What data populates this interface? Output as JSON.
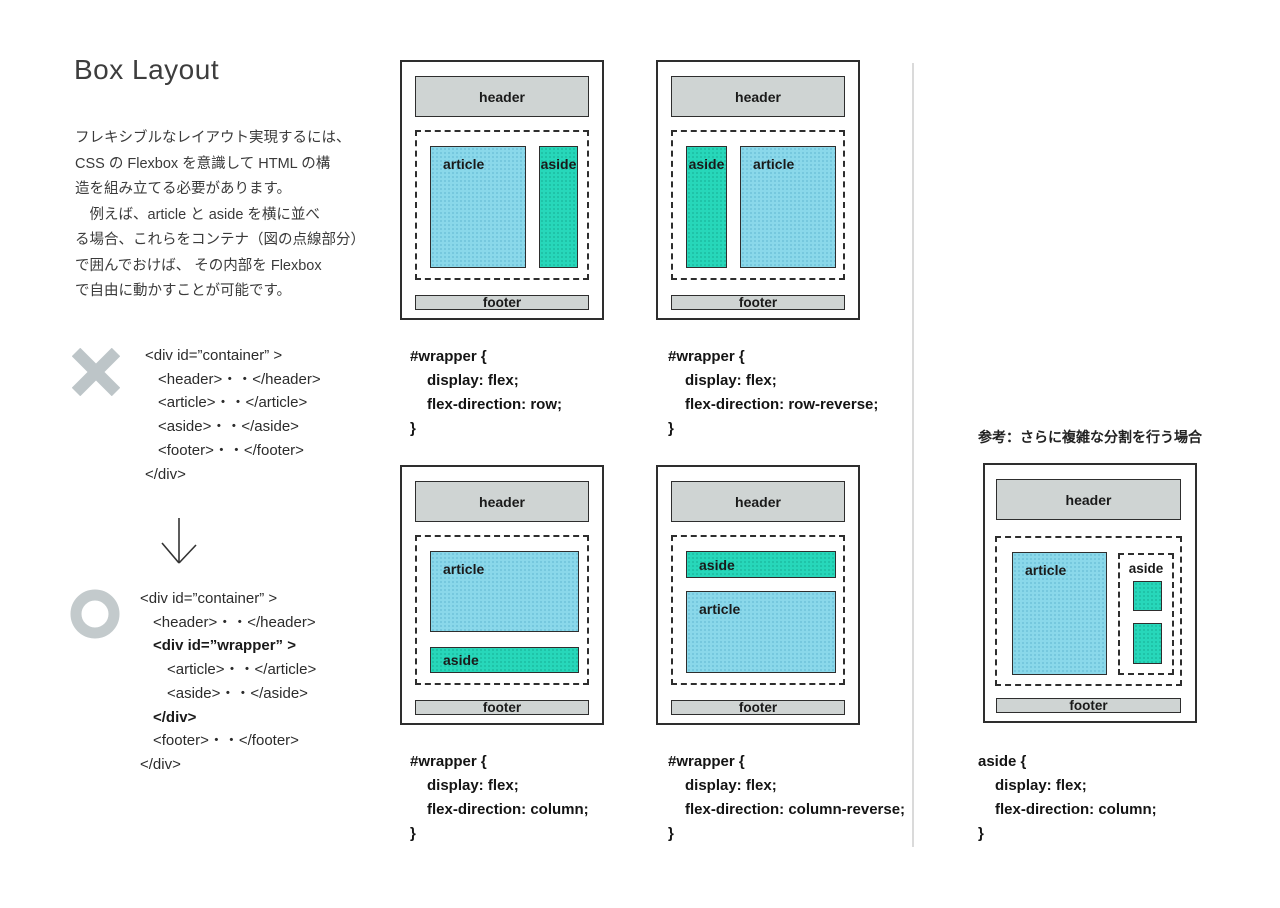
{
  "page": {
    "title": "Box Layout",
    "reference_note": "参考：さらに複雑な分割を行う場合"
  },
  "intro": {
    "lines": [
      "フレキシブルなレイアウト実現するには、",
      "CSS の Flexbox を意識して HTML の構",
      "造を組み立てる必要があります。",
      "　例えば、article と aside を横に並べ",
      "る場合、これらをコンテナ（図の点線部分）",
      "で囲んでおけば、 その内部を Flexbox",
      "で自由に動かすことが可能です。"
    ]
  },
  "bad_code": {
    "lines": [
      "<div id=”container” >",
      "<header>・・</header>",
      "<article>・・</article>",
      "<aside>・・</aside>",
      "<footer>・・</footer>",
      "</div>"
    ]
  },
  "good_code": {
    "lines": [
      "<div id=”container” >",
      "<header>・・</header>",
      "<div id=”wrapper” >",
      "<article>・・</article>",
      "<aside>・・</aside>",
      "</div>",
      "<footer>・・</footer>",
      "</div>"
    ]
  },
  "labels": {
    "header": "header",
    "article": "article",
    "aside": "aside",
    "footer": "footer"
  },
  "diagrams": [
    {
      "name": "flex-row",
      "css_lines": [
        "#wrapper {",
        "display: flex;",
        "flex-direction: row;",
        "}"
      ]
    },
    {
      "name": "flex-row-reverse",
      "css_lines": [
        "#wrapper {",
        "display: flex;",
        "flex-direction: row-reverse;",
        "}"
      ]
    },
    {
      "name": "flex-column",
      "css_lines": [
        "#wrapper {",
        "display: flex;",
        "flex-direction: column;",
        "}"
      ]
    },
    {
      "name": "flex-column-reverse",
      "css_lines": [
        "#wrapper {",
        "display: flex;",
        "flex-direction: column-reverse;",
        "}"
      ]
    },
    {
      "name": "complex-aside",
      "css_lines": [
        "aside {",
        "display: flex;",
        "flex-direction: column;",
        "}"
      ]
    }
  ],
  "colors": {
    "article": "#8AD8EA",
    "aside": "#27D7BA",
    "bar": "#CFD4D3",
    "marker": "#BDC5C8"
  }
}
